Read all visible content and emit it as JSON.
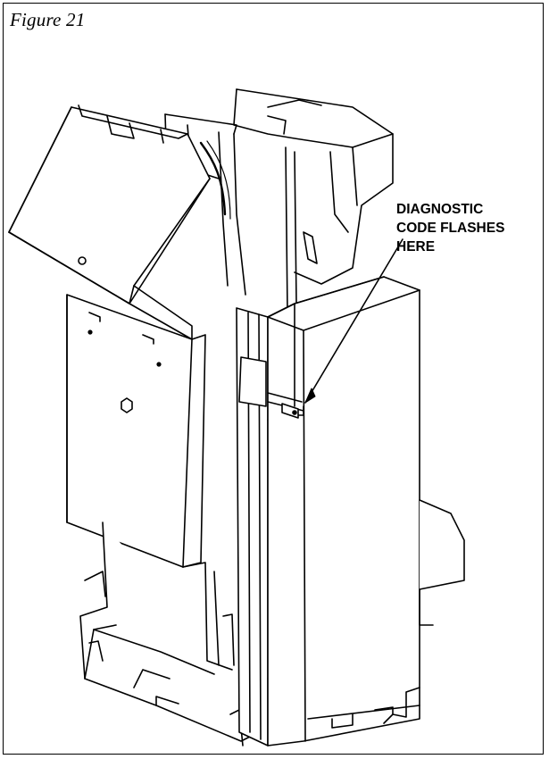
{
  "figure": {
    "title": "Figure 21"
  },
  "callout": {
    "lines": [
      "DIAGNOSTIC",
      "CODE FLASHES",
      "HERE"
    ]
  }
}
